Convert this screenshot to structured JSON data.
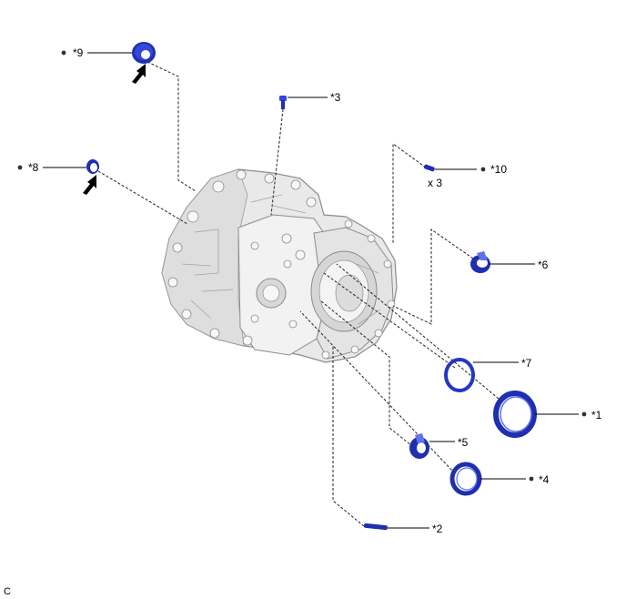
{
  "figure_code": "C",
  "quantity_note": "x 3",
  "callouts": [
    {
      "id": "c1",
      "label": "*1"
    },
    {
      "id": "c2",
      "label": "*2"
    },
    {
      "id": "c3",
      "label": "*3"
    },
    {
      "id": "c4",
      "label": "*4"
    },
    {
      "id": "c5",
      "label": "*5"
    },
    {
      "id": "c6",
      "label": "*6"
    },
    {
      "id": "c7",
      "label": "*7"
    },
    {
      "id": "c8",
      "label": "*8"
    },
    {
      "id": "c9",
      "label": "*9"
    },
    {
      "id": "c10",
      "label": "*10"
    }
  ],
  "colors": {
    "part_blue": "#3347d8",
    "part_blue_dark": "#1f2fb0",
    "housing_gray": "#e8e8e8",
    "housing_outline": "#8a8a8a",
    "arrow": "#000000"
  }
}
